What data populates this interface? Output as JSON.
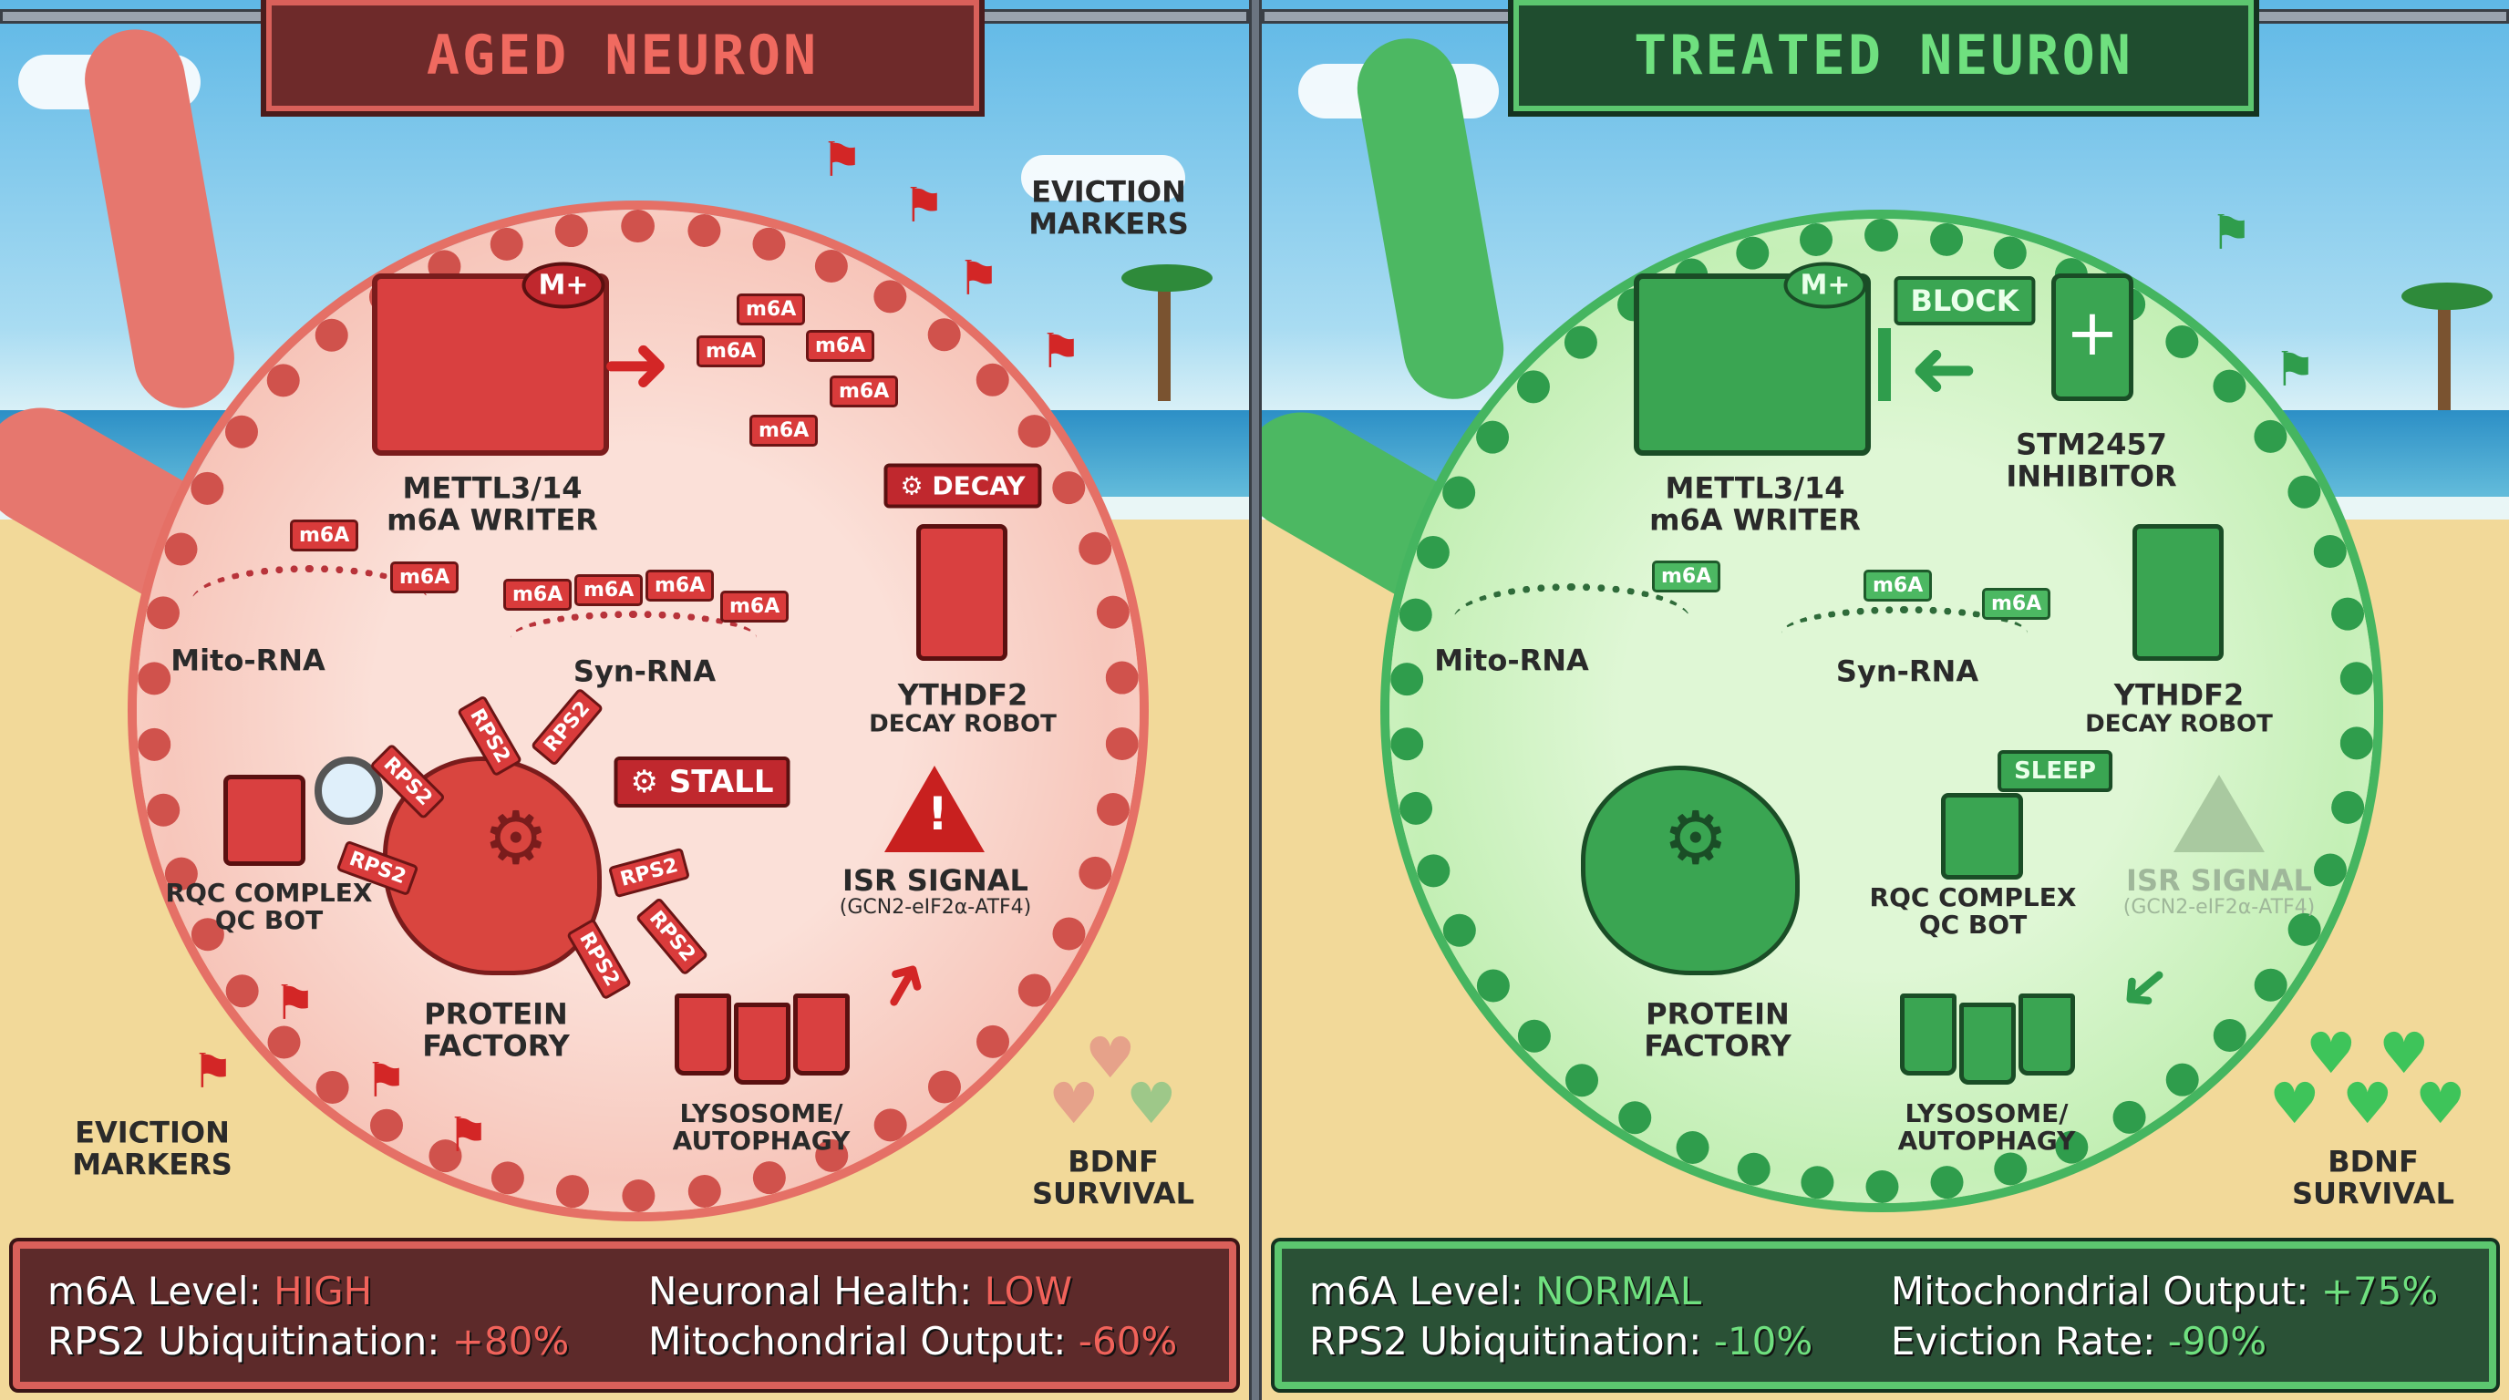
{
  "colors": {
    "aged_accent": "#d9605a",
    "treated_accent": "#5cc66f",
    "aged_value": "#f0625a",
    "treated_value": "#6fe07f"
  },
  "aged": {
    "title": "AGED NEURON",
    "eviction_top": "EVICTION MARKERS",
    "eviction_bottom": "EVICTION MARKERS",
    "writer_icon_text": "M+",
    "writer": {
      "line1": "METTL3/14",
      "line2": "m6A WRITER"
    },
    "m6a_tag": "m6A",
    "mito": "Mito-RNA",
    "syn": "Syn-RNA",
    "decay_badge": "⚙ DECAY",
    "ythdf2": {
      "line1": "YTHDF2",
      "line2": "DECAY ROBOT"
    },
    "stall_badge": "⚙ STALL",
    "rps2_tag": "RPS2",
    "rqc": {
      "line1": "RQC COMPLEX",
      "line2": "QC BOT"
    },
    "isr": {
      "line1": "ISR SIGNAL",
      "line2": "(GCN2-eIF2α-ATF4)"
    },
    "factory": {
      "line1": "PROTEIN",
      "line2": "FACTORY"
    },
    "lysosome": {
      "line1": "LYSOSOME/",
      "line2": "AUTOPHAGY"
    },
    "bdnf": {
      "line1": "BDNF",
      "line2": "SURVIVAL"
    },
    "stats": [
      {
        "label": "m6A Level: ",
        "value": "HIGH"
      },
      {
        "label": "Neuronal Health: ",
        "value": "LOW"
      },
      {
        "label": "RPS2 Ubiquitination: ",
        "value": "+80%"
      },
      {
        "label": "Mitochondrial Output: ",
        "value": "-60%"
      }
    ]
  },
  "treated": {
    "title": "TREATED NEURON",
    "writer_icon_text": "M+",
    "block_badge": "BLOCK",
    "inhibitor": {
      "line1": "STM2457",
      "line2": "INHIBITOR"
    },
    "writer": {
      "line1": "METTL3/14",
      "line2": "m6A WRITER"
    },
    "m6a_tag": "m6A",
    "mito": "Mito-RNA",
    "syn": "Syn-RNA",
    "ythdf2": {
      "line1": "YTHDF2",
      "line2": "DECAY ROBOT"
    },
    "sleep_badge": "SLEEP",
    "rqc": {
      "line1": "RQC COMPLEX",
      "line2": "QC BOT"
    },
    "isr": {
      "line1": "ISR SIGNAL",
      "line2": "(GCN2-eIF2α-ATF4)"
    },
    "factory": {
      "line1": "PROTEIN",
      "line2": "FACTORY"
    },
    "lysosome": {
      "line1": "LYSOSOME/",
      "line2": "AUTOPHAGY"
    },
    "bdnf": {
      "line1": "BDNF",
      "line2": "SURVIVAL"
    },
    "stats": [
      {
        "label": "m6A Level: ",
        "value": "NORMAL"
      },
      {
        "label": "Mitochondrial Output: ",
        "value": "+75%"
      },
      {
        "label": "RPS2 Ubiquitination: ",
        "value": "-10%"
      },
      {
        "label": "Eviction Rate: ",
        "value": "-90%"
      }
    ]
  }
}
